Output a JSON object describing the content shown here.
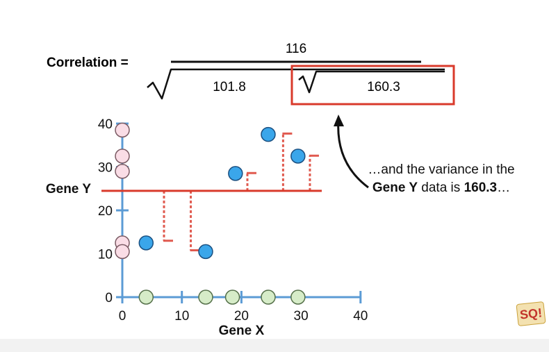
{
  "formula": {
    "label": "Correlation =",
    "numerator": "116",
    "denominator_left": "101.8",
    "denominator_right": "160.3"
  },
  "caption": {
    "part1": "…and the variance in the ",
    "bold1": "Gene Y",
    "part2": " data is ",
    "bold2": "160.3",
    "part3": "…"
  },
  "logo": {
    "text": "SQ!"
  },
  "colors": {
    "axis": "#5b9bd5",
    "mean_line": "#d93a2b",
    "residual": "#e05a4f",
    "point_fill": "#3aa6ea",
    "point_stroke": "#1a4f80",
    "y_marginal_fill": "#fadde6",
    "x_marginal_fill": "#d6ecc8",
    "highlight_box": "#d93a2b"
  },
  "chart_data": {
    "type": "scatter",
    "xlabel": "Gene X",
    "ylabel": "Gene Y",
    "xlim": [
      0,
      40
    ],
    "ylim": [
      0,
      40
    ],
    "x_ticks": [
      0,
      10,
      20,
      30,
      40
    ],
    "y_ticks": [
      0,
      10,
      20,
      30,
      40
    ],
    "mean_y": 24.5,
    "points": [
      {
        "x": 4,
        "y": 12.5
      },
      {
        "x": 14,
        "y": 10.5
      },
      {
        "x": 19,
        "y": 28.5
      },
      {
        "x": 24.5,
        "y": 37.5
      },
      {
        "x": 29.5,
        "y": 32.5
      }
    ],
    "residuals": [
      {
        "x": 7,
        "y": 13
      },
      {
        "x": 11.5,
        "y": 10.8
      },
      {
        "x": 21,
        "y": 28.6
      },
      {
        "x": 27,
        "y": 37.7
      },
      {
        "x": 31.5,
        "y": 32.6
      }
    ],
    "y_marginal": [
      38.5,
      32.5,
      29,
      12.5,
      10.5
    ],
    "x_marginal": [
      4,
      14,
      18.5,
      24.5,
      29.5
    ]
  }
}
